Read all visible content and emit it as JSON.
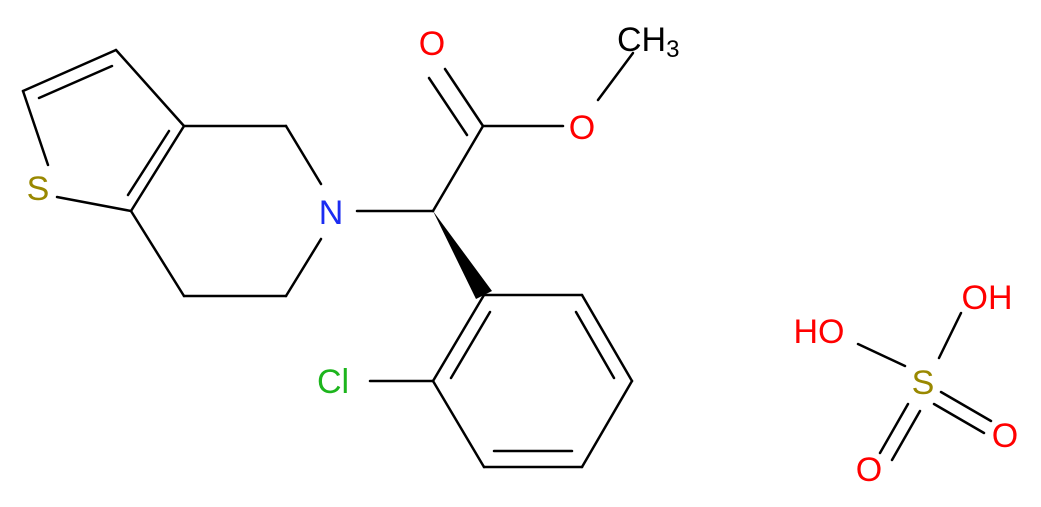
{
  "colors": {
    "bond": "#000000",
    "sulfur": "#998800",
    "nitrogen": "#1b2cf2",
    "oxygen": "#ff0000",
    "chlorine": "#1db51d",
    "carbon_label": "#000000"
  },
  "labels": {
    "thiophene_s": "S",
    "amine_n": "N",
    "carbonyl_o": "O",
    "ester_o": "O",
    "methyl_c": "CH",
    "methyl_sub": "3",
    "chloro": "Cl",
    "sulfuric_s": "S",
    "oh_left": "HO",
    "oh_right": "OH",
    "oxo_right": "O",
    "oxo_bottom": "O"
  }
}
